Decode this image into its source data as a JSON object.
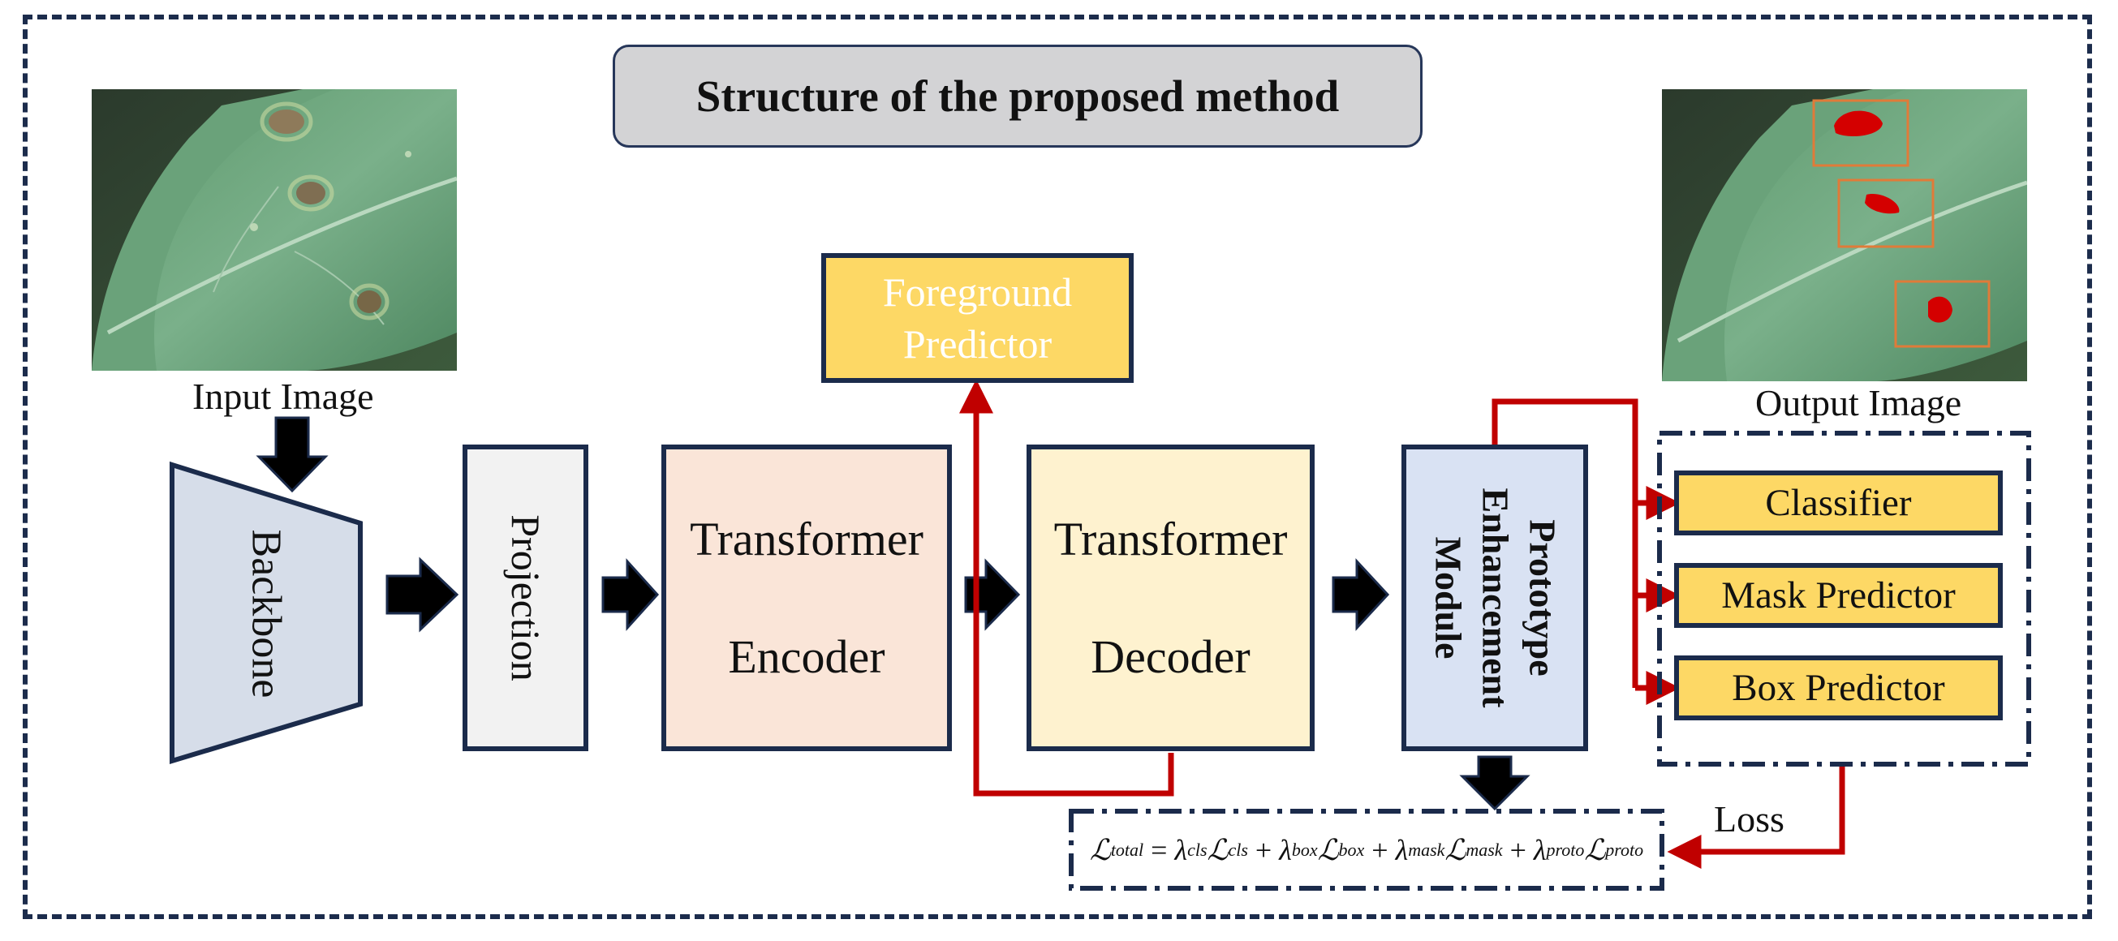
{
  "title": "Structure of the proposed method",
  "input_image": {
    "caption": "Input Image"
  },
  "output_image": {
    "caption": "Output Image"
  },
  "modules": {
    "backbone": "Backbone",
    "projection": "Projection",
    "encoder": {
      "line1": "Transformer",
      "line2": "Encoder"
    },
    "decoder": {
      "line1": "Transformer",
      "line2": "Decoder"
    },
    "prototype": {
      "line1": "Prototype",
      "line2": "Enhancement",
      "line3": "Module"
    },
    "foreground": {
      "line1": "Foreground",
      "line2": "Predictor"
    }
  },
  "heads": {
    "classifier": "Classifier",
    "mask": "Mask Predictor",
    "box": "Box Predictor"
  },
  "loss_label": "Loss",
  "loss_formula": {
    "L": "ℒ",
    "eq": " = ",
    "plus": " + ",
    "lambda": "λ",
    "total": "total",
    "cls": "cls",
    "box": "box",
    "mask": "mask",
    "proto": "proto"
  },
  "colors": {
    "frame": "#1c2c4c",
    "arrow_red": "#c00000",
    "backbone_fill": "#d6dde9",
    "projection_fill": "#f2f2f2",
    "encoder_fill": "#fae5d8",
    "decoder_fill": "#fef2cf",
    "prototype_fill": "#d9e2f3",
    "predictor_fill": "#fdd865",
    "title_fill": "#d3d3d5"
  }
}
